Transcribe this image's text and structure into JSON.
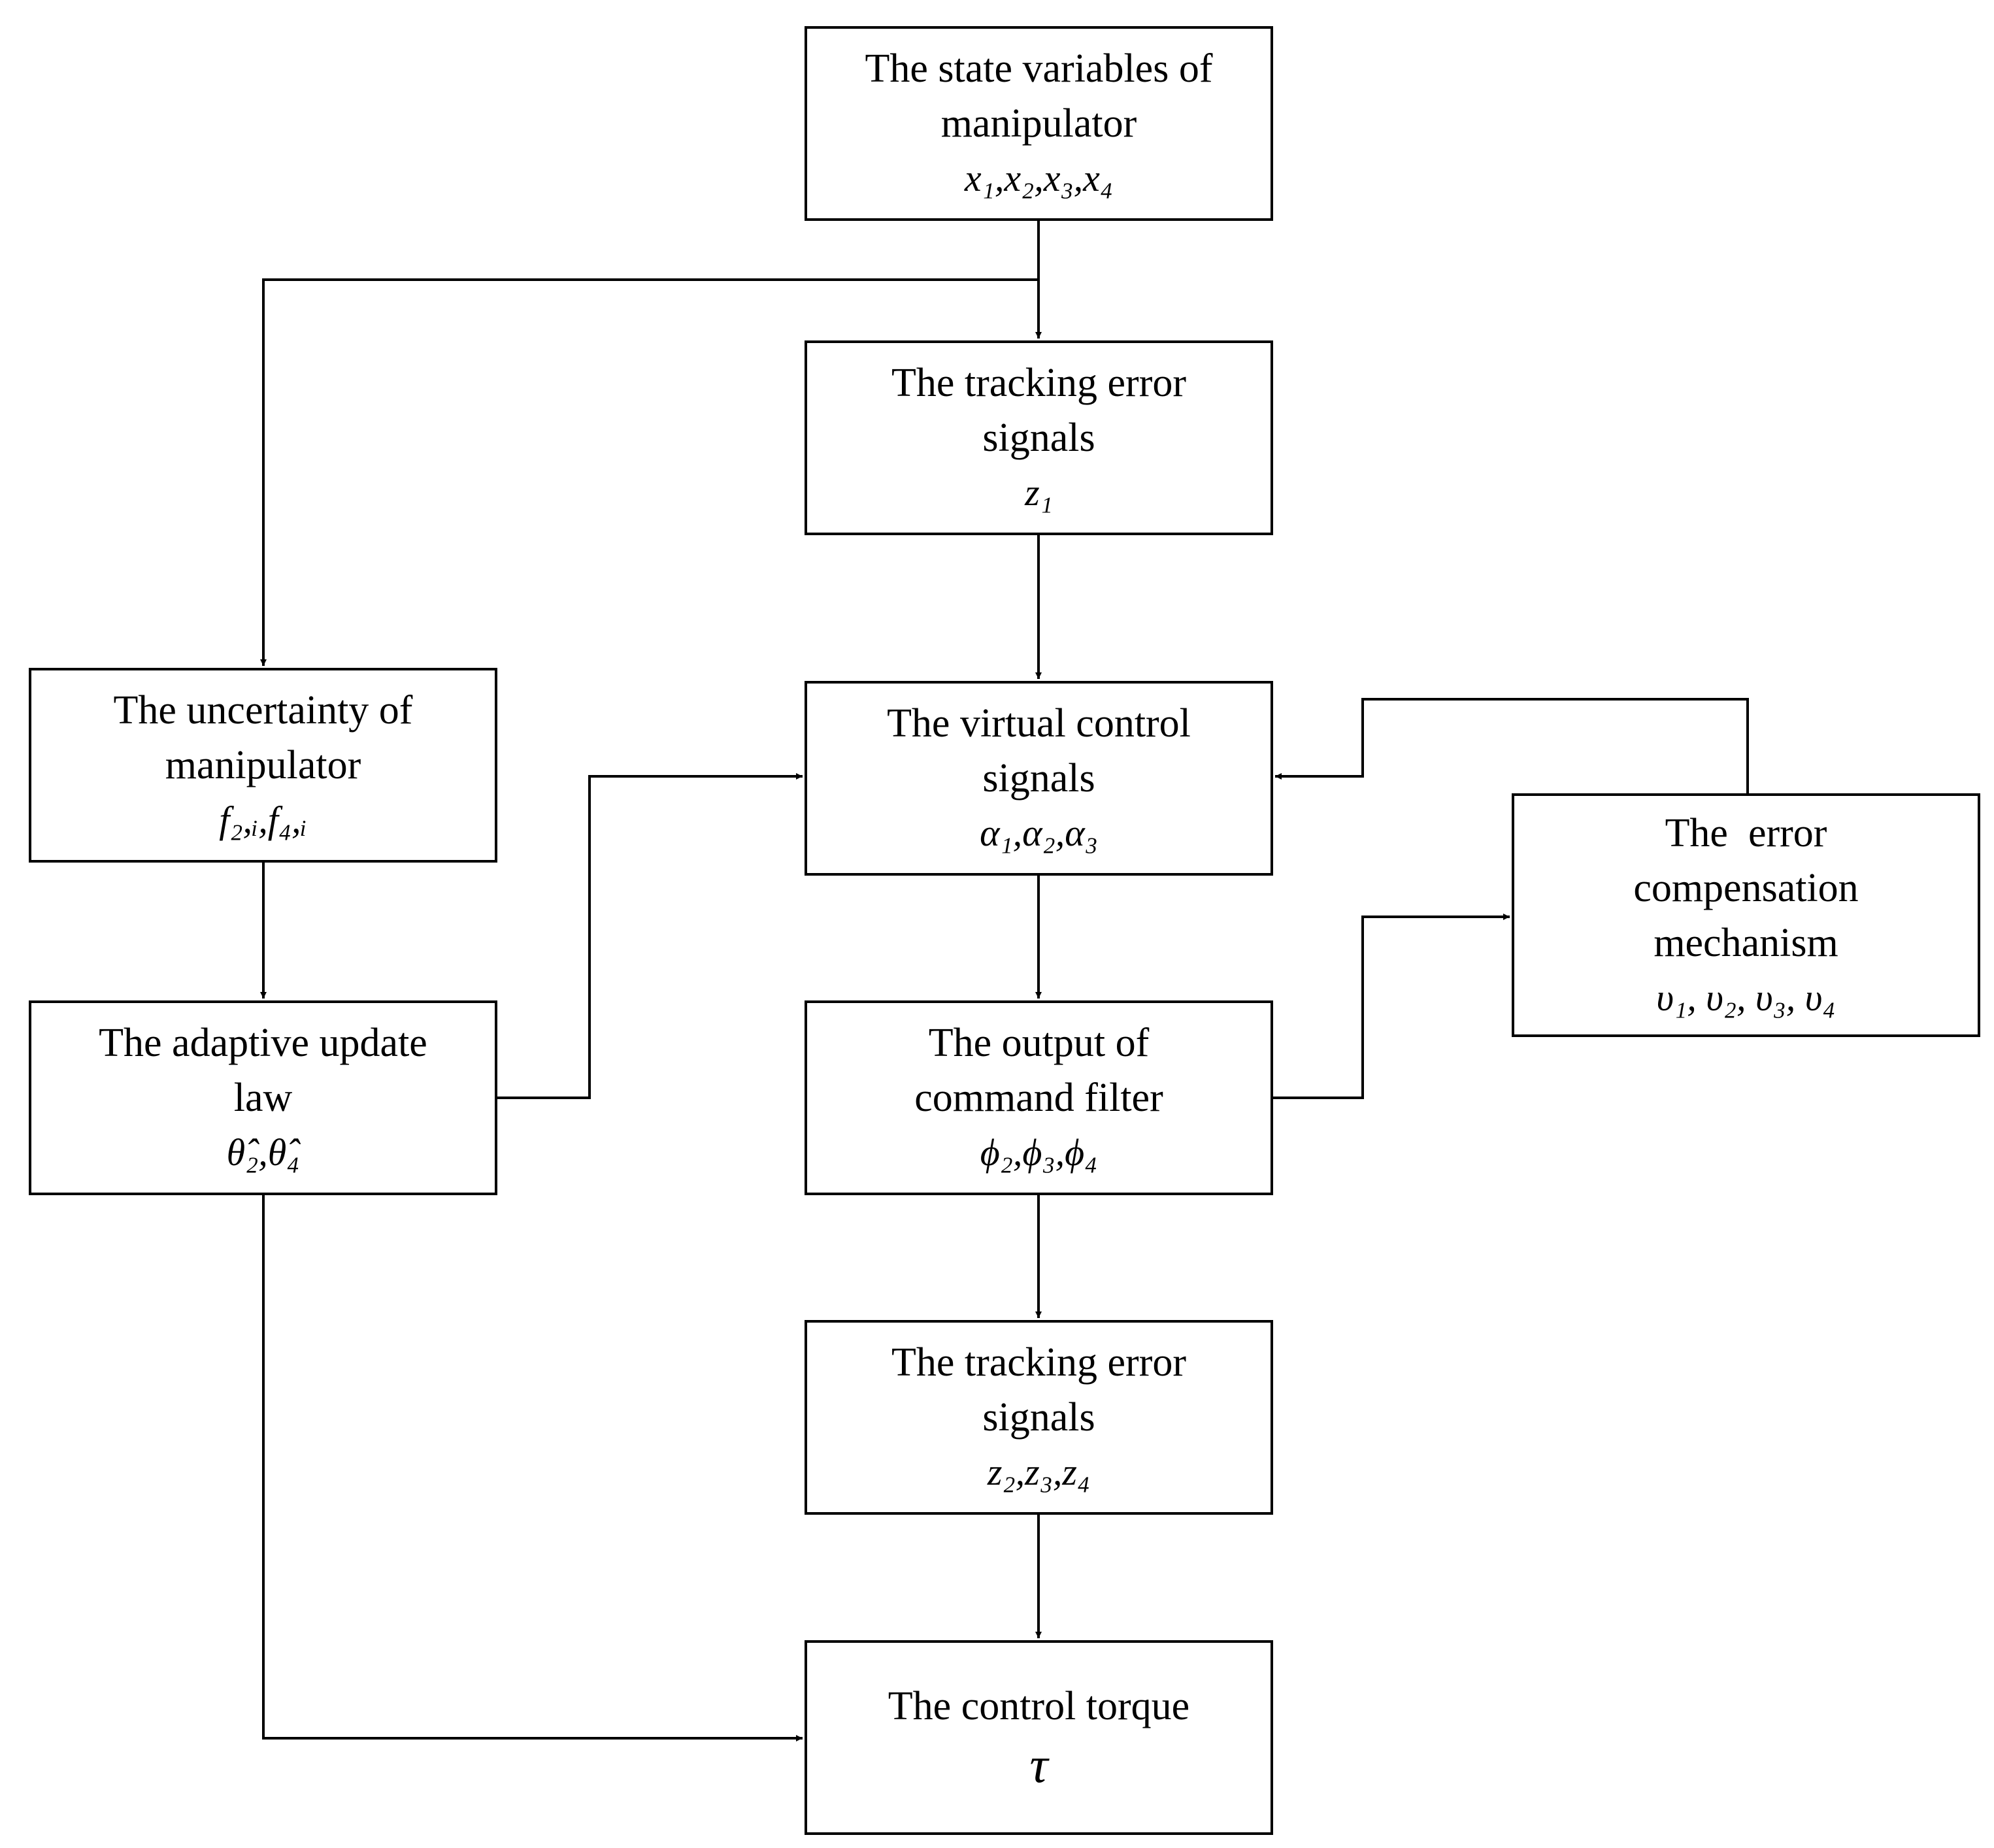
{
  "diagram": {
    "nodes": {
      "state": {
        "line1": "The state variables of",
        "line2": "manipulator",
        "math": "x₁,x₂,x₃,x₄"
      },
      "tracking_error_1": {
        "line1": "The tracking error",
        "line2": "signals",
        "math": "z₁"
      },
      "uncertainty": {
        "line1": "The uncertainty of",
        "line2": "manipulator",
        "math": "f₂,ᵢ,f₄,ᵢ"
      },
      "virtual_control": {
        "line1": "The virtual control",
        "line2": "signals",
        "math": "α₁,α₂,α₃"
      },
      "adaptive": {
        "line1": "The adaptive update",
        "line2": "law",
        "math": "θ̂₂,θ̂₄"
      },
      "command_filter": {
        "line1": "The output of",
        "line2": "command filter",
        "math": "ϕ₂,ϕ₃,ϕ₄"
      },
      "error_compensation": {
        "line1": "The  error",
        "line2": "compensation",
        "line3": "mechanism",
        "math": "υ₁, υ₂, υ₃, υ₄"
      },
      "tracking_error_2": {
        "line1": "The tracking error",
        "line2": "signals",
        "math": "z₂,z₃,z₄"
      },
      "control_torque": {
        "line1": "The control torque",
        "math": "τ"
      }
    },
    "edges": [
      {
        "from": "state",
        "to": "tracking_error_1"
      },
      {
        "from": "state",
        "to": "uncertainty"
      },
      {
        "from": "tracking_error_1",
        "to": "virtual_control"
      },
      {
        "from": "uncertainty",
        "to": "adaptive"
      },
      {
        "from": "adaptive",
        "to": "virtual_control"
      },
      {
        "from": "adaptive",
        "to": "control_torque"
      },
      {
        "from": "virtual_control",
        "to": "command_filter"
      },
      {
        "from": "command_filter",
        "to": "error_compensation"
      },
      {
        "from": "error_compensation",
        "to": "virtual_control"
      },
      {
        "from": "command_filter",
        "to": "tracking_error_2"
      },
      {
        "from": "tracking_error_2",
        "to": "control_torque"
      }
    ]
  }
}
